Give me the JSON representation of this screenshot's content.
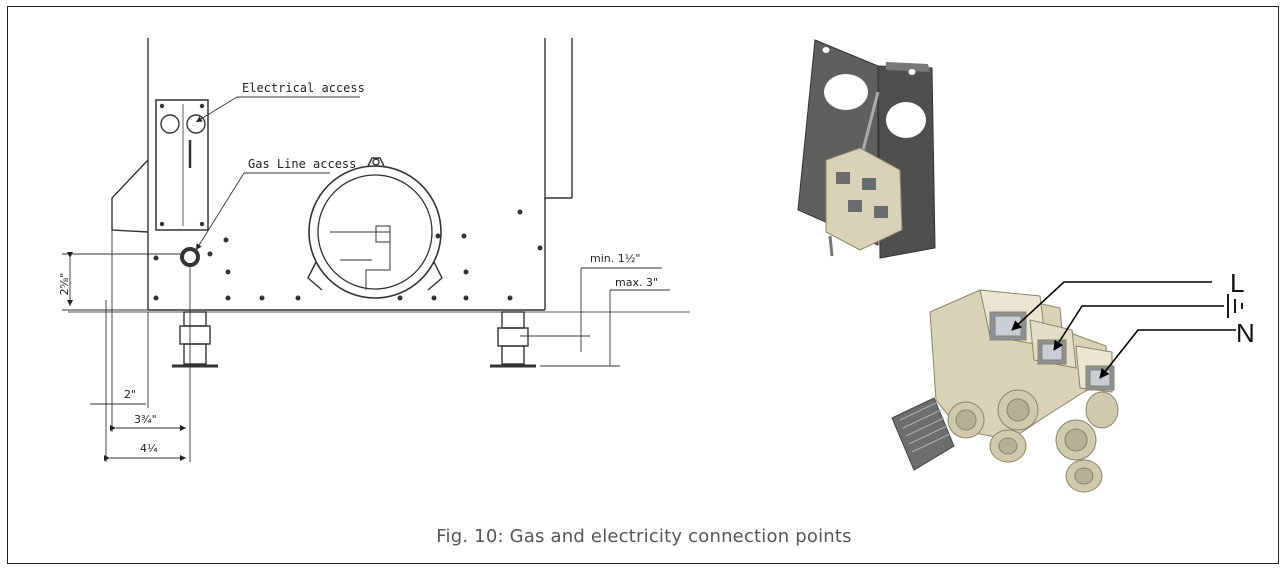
{
  "drawing": {
    "labels": {
      "electrical_access": "Electrical access",
      "gas_line_access": "Gas Line access"
    },
    "dimensions": {
      "height_gas": "2⅝\"",
      "min_clearance": "min. 1½\"",
      "max_clearance": "max. 3\"",
      "dim_2": "2\"",
      "dim_3_3_4": "3¾\"",
      "dim_4_1_4": "4¼"
    }
  },
  "terminals": {
    "live": "L",
    "neutral": "N",
    "earth_icon": "ground-icon"
  },
  "caption": "Fig. 10:  Gas and electricity connection points"
}
